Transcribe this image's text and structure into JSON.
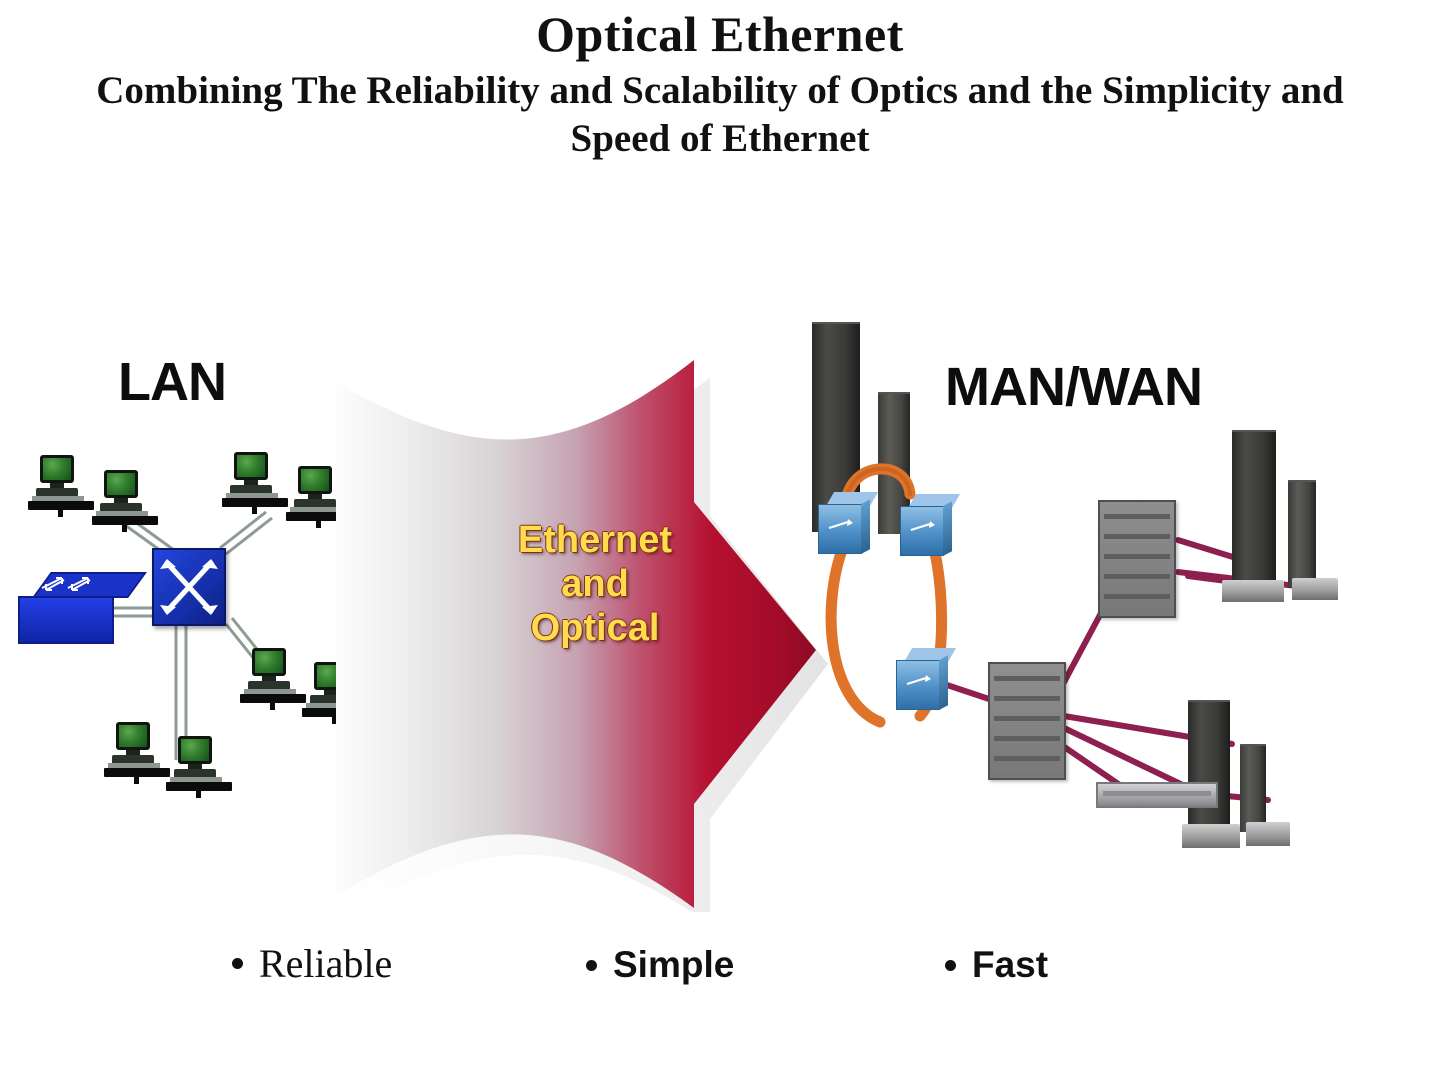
{
  "header": {
    "title": "Optical Ethernet",
    "subtitle": "Combining The Reliability and Scalability of Optics and the Simplicity and Speed of Ethernet"
  },
  "sections": {
    "lan_label": "LAN",
    "manwan_label": "MAN/WAN"
  },
  "arrow": {
    "line1": "Ethernet",
    "line2": "and",
    "line3": "Optical",
    "text_color": "#ffdb4d",
    "gradient_start": "#f2f2f2",
    "gradient_mid": "#c9a9b4",
    "gradient_end": "#b00d2c"
  },
  "colors": {
    "switch_blue": "#1833b4",
    "hub_blue": "#1a32c8",
    "monitor_green": "#2f7a2c",
    "fiber_orange": "#e0732a",
    "wan_link_magenta": "#8d2050",
    "building_dark": "#3a3a36",
    "rack_gray": "#8f8f8f",
    "wan_node_blue": "#4f90c8"
  },
  "bullets": [
    {
      "label": "Reliable",
      "style": "serif"
    },
    {
      "label": "Simple",
      "style": "sans"
    },
    {
      "label": "Fast",
      "style": "sans"
    }
  ],
  "lan_nodes": {
    "switch": "lan-core-switch",
    "hub": "lan-hub-router",
    "workstation_count": 8
  },
  "wan_nodes": {
    "fiber_ring_routers": 3,
    "server_racks": 2,
    "buildings": 6,
    "chassis_devices": 1
  }
}
